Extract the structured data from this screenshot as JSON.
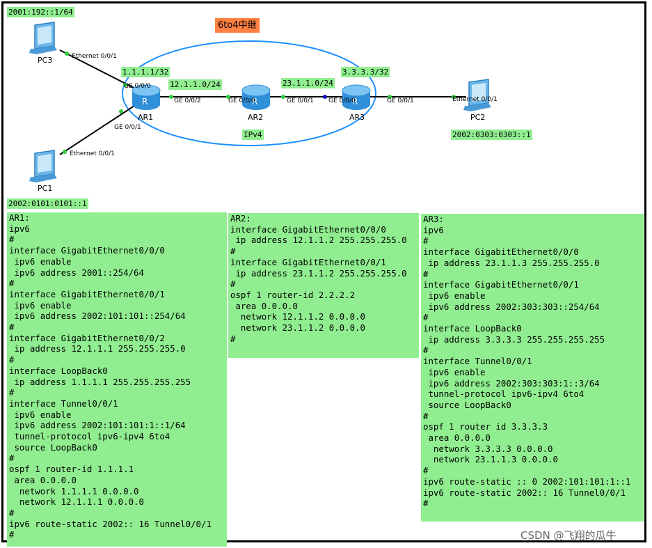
{
  "topology": {
    "title": "6to4中继",
    "ipv4_label": "IPv4",
    "devices": {
      "pc3": "PC3",
      "pc1": "PC1",
      "pc2": "PC2",
      "ar1": "AR1",
      "ar2": "AR2",
      "ar3": "AR3"
    },
    "addresses": {
      "pc3": "2001:192::1/64",
      "pc1": "2002:0101:0101::1",
      "pc2": "2002:0303:0303::1",
      "ar1_loop": "1.1.1.1/32",
      "ar3_loop": "3.3.3.3/32",
      "net_12": "12.1.1.0/24",
      "net_23": "23.1.1.0/24"
    },
    "ports": {
      "pc3_eth": "Ethernet 0/0/1",
      "pc1_eth": "Ethernet 0/0/1",
      "pc2_eth": "Ethernet 0/0/1",
      "ar1_ge000": "GE 0/0/0",
      "ar1_ge001": "GE 0/0/1",
      "ar1_ge002": "GE 0/0/2",
      "ar2_ge000": "GE 0/0/0",
      "ar2_ge001": "GE 0/0/1",
      "ar3_ge000": "GE 0/0/0",
      "ar3_ge001": "GE 0/0/1"
    }
  },
  "configs": {
    "ar1": [
      "AR1:",
      "ipv6",
      "#",
      "interface GigabitEthernet0/0/0",
      " ipv6 enable",
      " ipv6 address 2001::254/64",
      "#",
      "interface GigabitEthernet0/0/1",
      " ipv6 enable",
      " ipv6 address 2002:101:101::254/64",
      "#",
      "interface GigabitEthernet0/0/2",
      " ip address 12.1.1.1 255.255.255.0",
      "#",
      "interface LoopBack0",
      " ip address 1.1.1.1 255.255.255.255",
      "#",
      "interface Tunnel0/0/1",
      " ipv6 enable",
      " ipv6 address 2002:101:101:1::1/64",
      " tunnel-protocol ipv6-ipv4 6to4",
      " source LoopBack0",
      "#",
      "ospf 1 router-id 1.1.1.1",
      " area 0.0.0.0",
      "  network 1.1.1.1 0.0.0.0",
      "  network 12.1.1.1 0.0.0.0",
      "#",
      "ipv6 route-static 2002:: 16 Tunnel0/0/1",
      "#"
    ],
    "ar2": [
      "AR2:",
      "interface GigabitEthernet0/0/0",
      " ip address 12.1.1.2 255.255.255.0",
      "#",
      "interface GigabitEthernet0/0/1",
      " ip address 23.1.1.2 255.255.255.0",
      "#",
      "ospf 1 router-id 2.2.2.2",
      " area 0.0.0.0",
      "  network 12.1.1.2 0.0.0.0",
      "  network 23.1.1.2 0.0.0.0",
      "#"
    ],
    "ar3": [
      "AR3:",
      "ipv6",
      "#",
      "interface GigabitEthernet0/0/0",
      " ip address 23.1.1.3 255.255.255.0",
      "#",
      "interface GigabitEthernet0/0/1",
      " ipv6 enable",
      " ipv6 address 2002:303:303::254/64",
      "#",
      "interface LoopBack0",
      " ip address 3.3.3.3 255.255.255.255",
      "#",
      "interface Tunnel0/0/1",
      " ipv6 enable",
      " ipv6 address 2002:303:303:1::3/64",
      " tunnel-protocol ipv6-ipv4 6to4",
      " source LoopBack0",
      "#",
      "ospf 1 router id 3.3.3.3",
      " area 0.0.0.0",
      "  network 3.3.3.3 0.0.0.0",
      "  network 23.1.1.3 0.0.0.0",
      "#",
      "ipv6 route-static :: 0 2002:101:101:1::1",
      "ipv6 route-static 2002:: 16 Tunnel0/0/1",
      "#"
    ]
  },
  "watermark": "CSDN @飞翔的瓜牛",
  "colors": {
    "panel_bg": "#90ee90",
    "title_bg": "#ff8040",
    "ellipse": "#1e90ff",
    "router": "#3aa0e0"
  }
}
